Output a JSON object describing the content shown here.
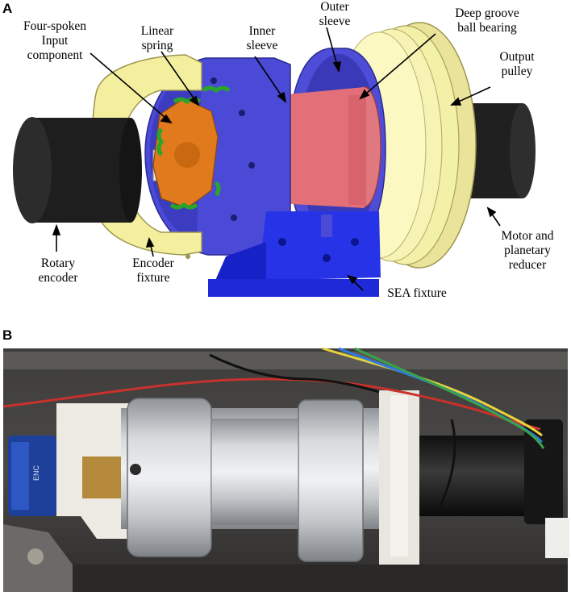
{
  "panels": {
    "a": "A",
    "b": "B"
  },
  "labels": {
    "four_spoken_input_line1": "Four-spoken",
    "four_spoken_input_line2": "Input",
    "four_spoken_input_line3": "component",
    "linear_spring_line1": "Linear",
    "linear_spring_line2": "spring",
    "inner_sleeve_line1": "Inner",
    "inner_sleeve_line2": "sleeve",
    "outer_sleeve_line1": "Outer",
    "outer_sleeve_line2": "sleeve",
    "deep_groove_line1": "Deep groove",
    "deep_groove_line2": "ball bearing",
    "output_pulley_line1": "Output",
    "output_pulley_line2": "pulley",
    "motor_line1": "Motor and",
    "motor_line2": "planetary",
    "motor_line3": "reducer",
    "rotary_encoder_line1": "Rotary",
    "rotary_encoder_line2": "encoder",
    "encoder_fixture_line1": "Encoder",
    "encoder_fixture_line2": "fixture",
    "sea_fixture": "SEA fixture"
  },
  "colors": {
    "motor_black": "#1c1c1c",
    "pulley_yellow": "#f3f0a6",
    "sleeve_blue": "#4a4ad6",
    "inner_red": "#e4737a",
    "spoke_orange": "#e07a1c",
    "spring_green": "#2aa52a",
    "fixture_blue": "#1f2ee0"
  }
}
